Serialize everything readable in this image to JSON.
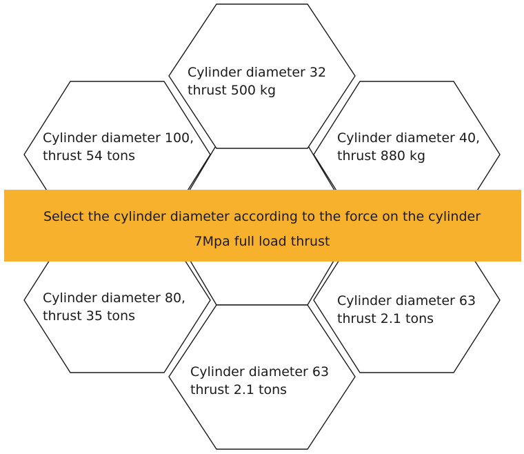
{
  "banner": {
    "line1": "Select the cylinder diameter according to the force on the cylinder",
    "line2": "7Mpa full load thrust",
    "color": "#f7b12d"
  },
  "hexagons": [
    {
      "id": "top",
      "line1": "Cylinder diameter 32",
      "line2": "thrust 500 kg"
    },
    {
      "id": "upper-left",
      "line1": "Cylinder diameter 100,",
      "line2": "thrust 54 tons"
    },
    {
      "id": "upper-right",
      "line1": "Cylinder diameter 40,",
      "line2": "thrust 880 kg"
    },
    {
      "id": "lower-left",
      "line1": "Cylinder diameter 80,",
      "line2": "thrust 35 tons"
    },
    {
      "id": "lower-right",
      "line1": "Cylinder diameter 63",
      "line2": "thrust 2.1 tons"
    },
    {
      "id": "bottom",
      "line1": "Cylinder diameter 63",
      "line2": "thrust 2.1 tons"
    }
  ]
}
